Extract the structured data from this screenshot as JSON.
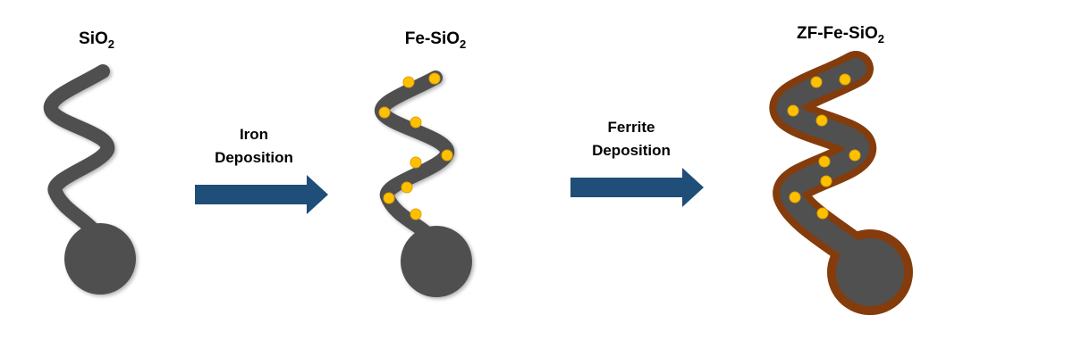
{
  "stages": [
    {
      "label": "SiO",
      "sub": "2"
    },
    {
      "label": "Fe-SiO",
      "sub": "2"
    },
    {
      "label": "ZF-Fe-SiO",
      "sub": "2"
    }
  ],
  "steps": [
    {
      "line1": "Iron",
      "line2": "Deposition"
    },
    {
      "line1": "Ferrite",
      "line2": "Deposition"
    }
  ],
  "colors": {
    "silica": "#505050",
    "iron": "#ffc000",
    "ferrite": "#843c0c",
    "arrow": "#1f4e79"
  }
}
